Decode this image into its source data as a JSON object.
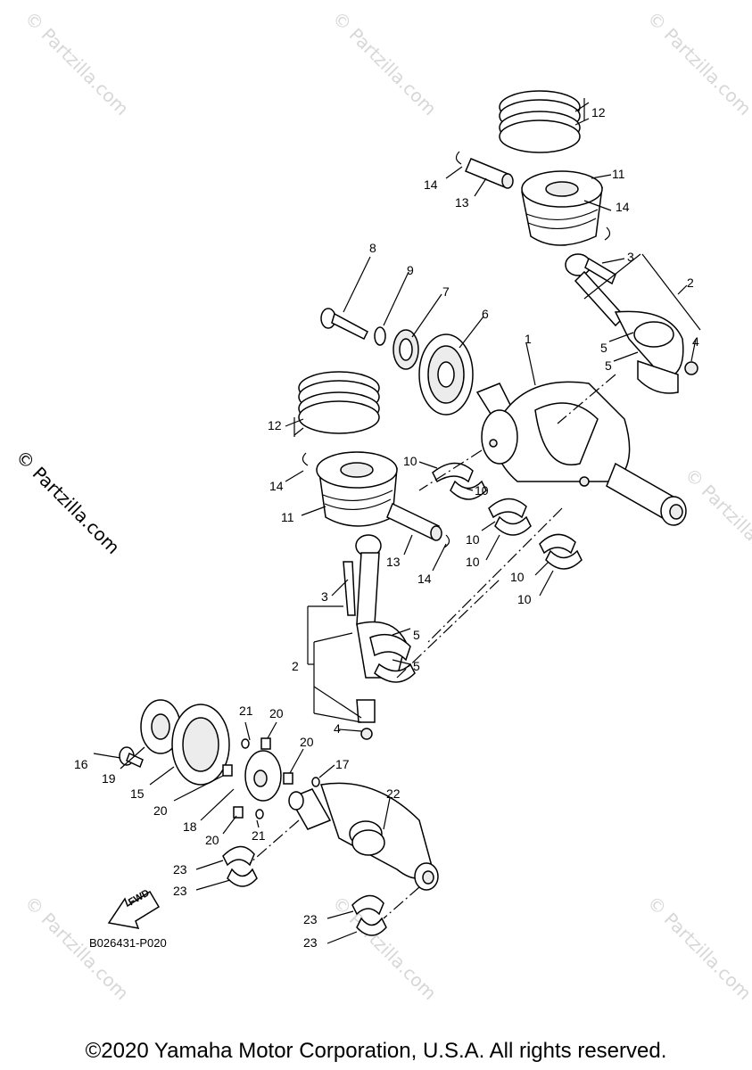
{
  "watermarks": [
    "© Partzilla.com",
    "© Partzilla.com",
    "© Partzilla.com",
    "© Partzilla.com",
    "© Partzilla.com",
    "© Partzilla.com",
    "© Partzilla.com"
  ],
  "watermark_main": "© Partzilla.com",
  "callouts": [
    "12",
    "11",
    "14",
    "13",
    "14",
    "8",
    "9",
    "7",
    "6",
    "1",
    "3",
    "2",
    "5",
    "5",
    "4",
    "12",
    "10",
    "10",
    "14",
    "11",
    "10",
    "10",
    "13",
    "14",
    "10",
    "10",
    "3",
    "5",
    "5",
    "2",
    "4",
    "21",
    "20",
    "20",
    "17",
    "16",
    "19",
    "15",
    "20",
    "18",
    "20",
    "21",
    "22",
    "23",
    "23",
    "23",
    "23"
  ],
  "fwd_label": "FWD",
  "diagram_code": "B026431-P020",
  "copyright": "©2020 Yamaha Motor Corporation, U.S.A. All rights reserved."
}
